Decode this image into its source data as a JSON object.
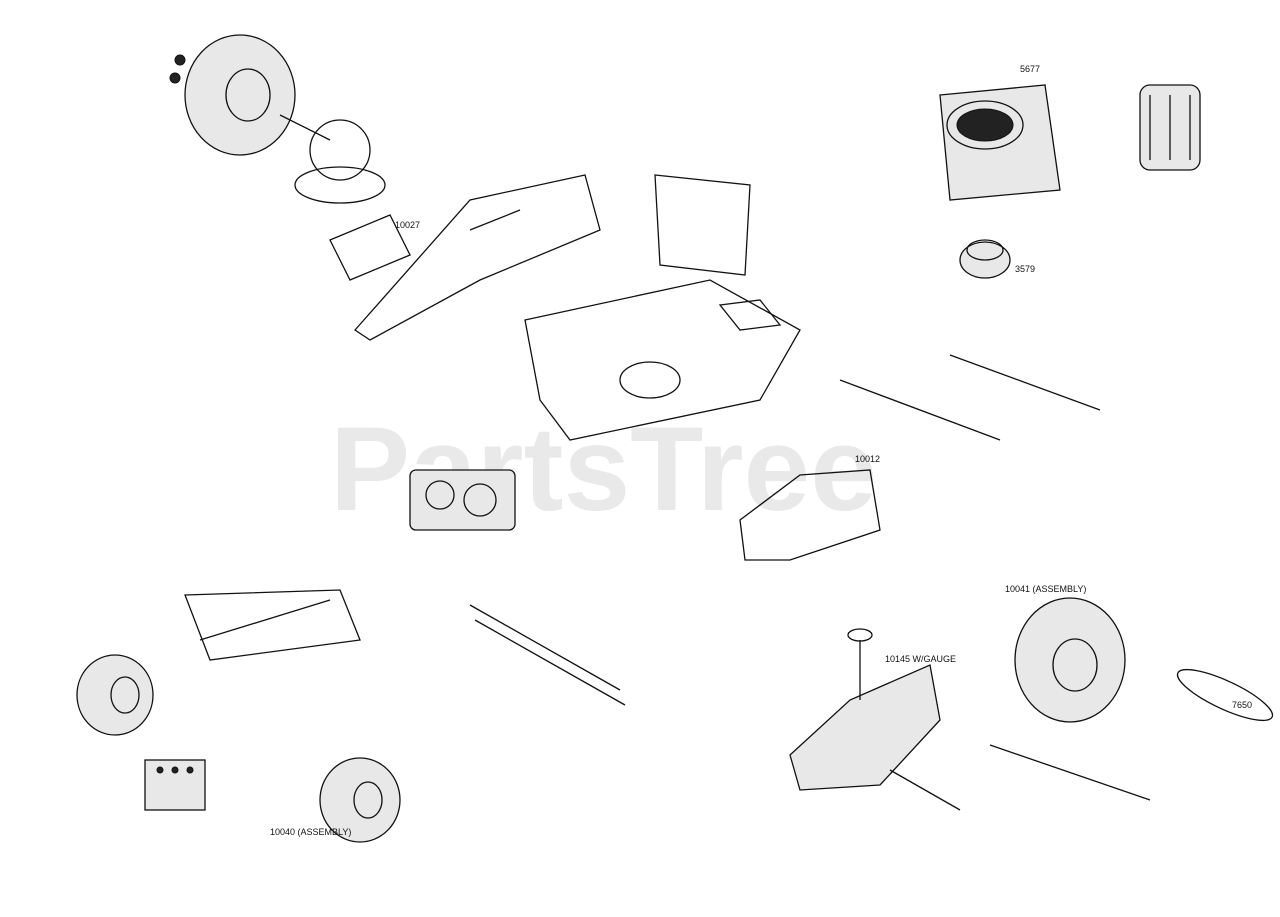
{
  "watermark": "PartsTree",
  "labels": {
    "frame_plate": "10027",
    "engine": "5677",
    "pulley": "3579",
    "seat_frame": "10012",
    "rear_wheel_assembly": "10041 (ASSEMBLY)",
    "fuel_tank": "10145 W/GAUGE",
    "front_wheel_assembly": "10040 (ASSEMBLY)",
    "belt": "7650"
  }
}
